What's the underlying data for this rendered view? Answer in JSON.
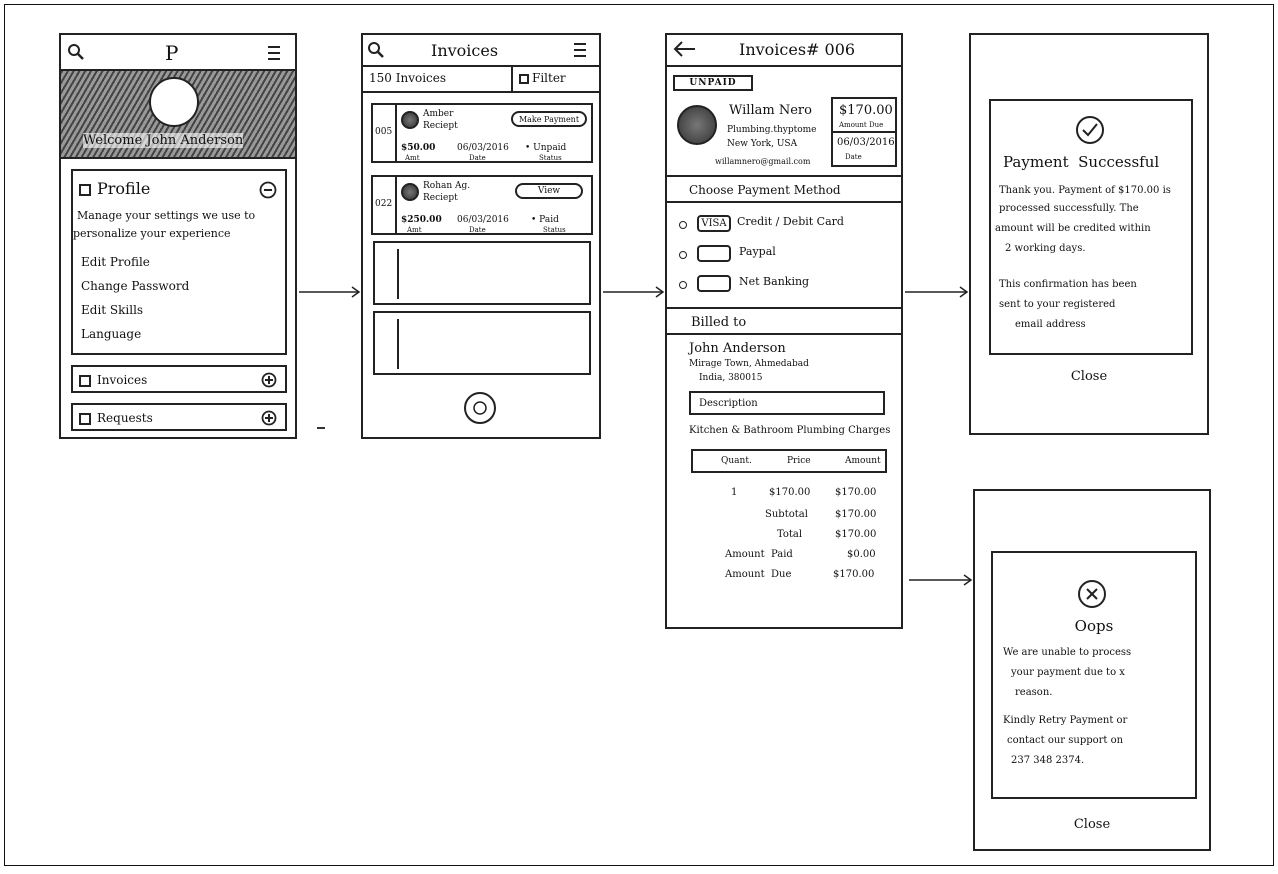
{
  "screen1": {
    "logo": "P",
    "welcome": "Welcome  John  Anderson",
    "profile_title": "Profile",
    "profile_desc_1": "Manage your settings we use to",
    "profile_desc_2": "personalize your experience",
    "menu": [
      "Edit Profile",
      "Change Password",
      "Edit Skills",
      "Language"
    ],
    "invoices_label": "Invoices",
    "requests_label": "Requests"
  },
  "screen2": {
    "title": "Invoices",
    "count": "150 Invoices",
    "filter": "Filter",
    "invoices": [
      {
        "num": "005",
        "name": "Amber",
        "type": "Reciept",
        "amount": "$50.00",
        "amount_label": "Amt",
        "date": "06/03/2016",
        "date_label": "Date",
        "status": "Unpaid",
        "status_label": "Status",
        "action": "Make Payment"
      },
      {
        "num": "022",
        "name": "Rohan Ag.",
        "type": "Reciept",
        "amount": "$250.00",
        "amount_label": "Amt",
        "date": "06/03/2016",
        "date_label": "Date",
        "status": "Paid",
        "status_label": "Status",
        "action": "View"
      }
    ]
  },
  "screen3": {
    "title": "Invoices# 006",
    "status": "UNPAID",
    "vendor_name": "Willam Nero",
    "vendor_company": "Plumbing.thyptome",
    "vendor_location": "New York, USA",
    "vendor_email": "willamnero@gmail.com",
    "amount": "$170.00",
    "amount_label": "Amount Due",
    "date": "06/03/2016",
    "date_label": "Date",
    "choose_method": "Choose Payment Method",
    "visa": "VISA",
    "methods": [
      "Credit / Debit Card",
      "Paypal",
      "Net Banking"
    ],
    "billed_to": "Billed to",
    "bill_name": "John Anderson",
    "bill_addr_1": "Mirage Town, Ahmedabad",
    "bill_addr_2": "India, 380015",
    "description": "Description",
    "desc_text": "Kitchen & Bathroom Plumbing Charges",
    "table_headers": [
      "Quant.",
      "Price",
      "Amount"
    ],
    "row_qty": "1",
    "row_price": "$170.00",
    "row_amount": "$170.00",
    "totals": [
      {
        "label": "Subtotal",
        "value": "$170.00"
      },
      {
        "label": "Total",
        "value": "$170.00"
      },
      {
        "label": "Amount  Paid",
        "value": "$0.00"
      },
      {
        "label": "Amount  Due",
        "value": "$170.00"
      }
    ]
  },
  "screen4": {
    "title": "Payment  Successful",
    "msg_1": "Thank you. Payment of $170.00 is",
    "msg_2": "processed successfully. The",
    "msg_3": "amount will be credited within",
    "msg_4": "2 working days.",
    "msg_5": "This confirmation has been",
    "msg_6": "sent to your registered",
    "msg_7": "email address",
    "close": "Close"
  },
  "screen5": {
    "title": "Oops",
    "msg_1": "We are unable to process",
    "msg_2": "your payment due to x",
    "msg_3": "reason.",
    "msg_4": "Kindly Retry Payment or",
    "msg_5": "contact our support on",
    "msg_6": "237 348 2374.",
    "close": "Close"
  }
}
